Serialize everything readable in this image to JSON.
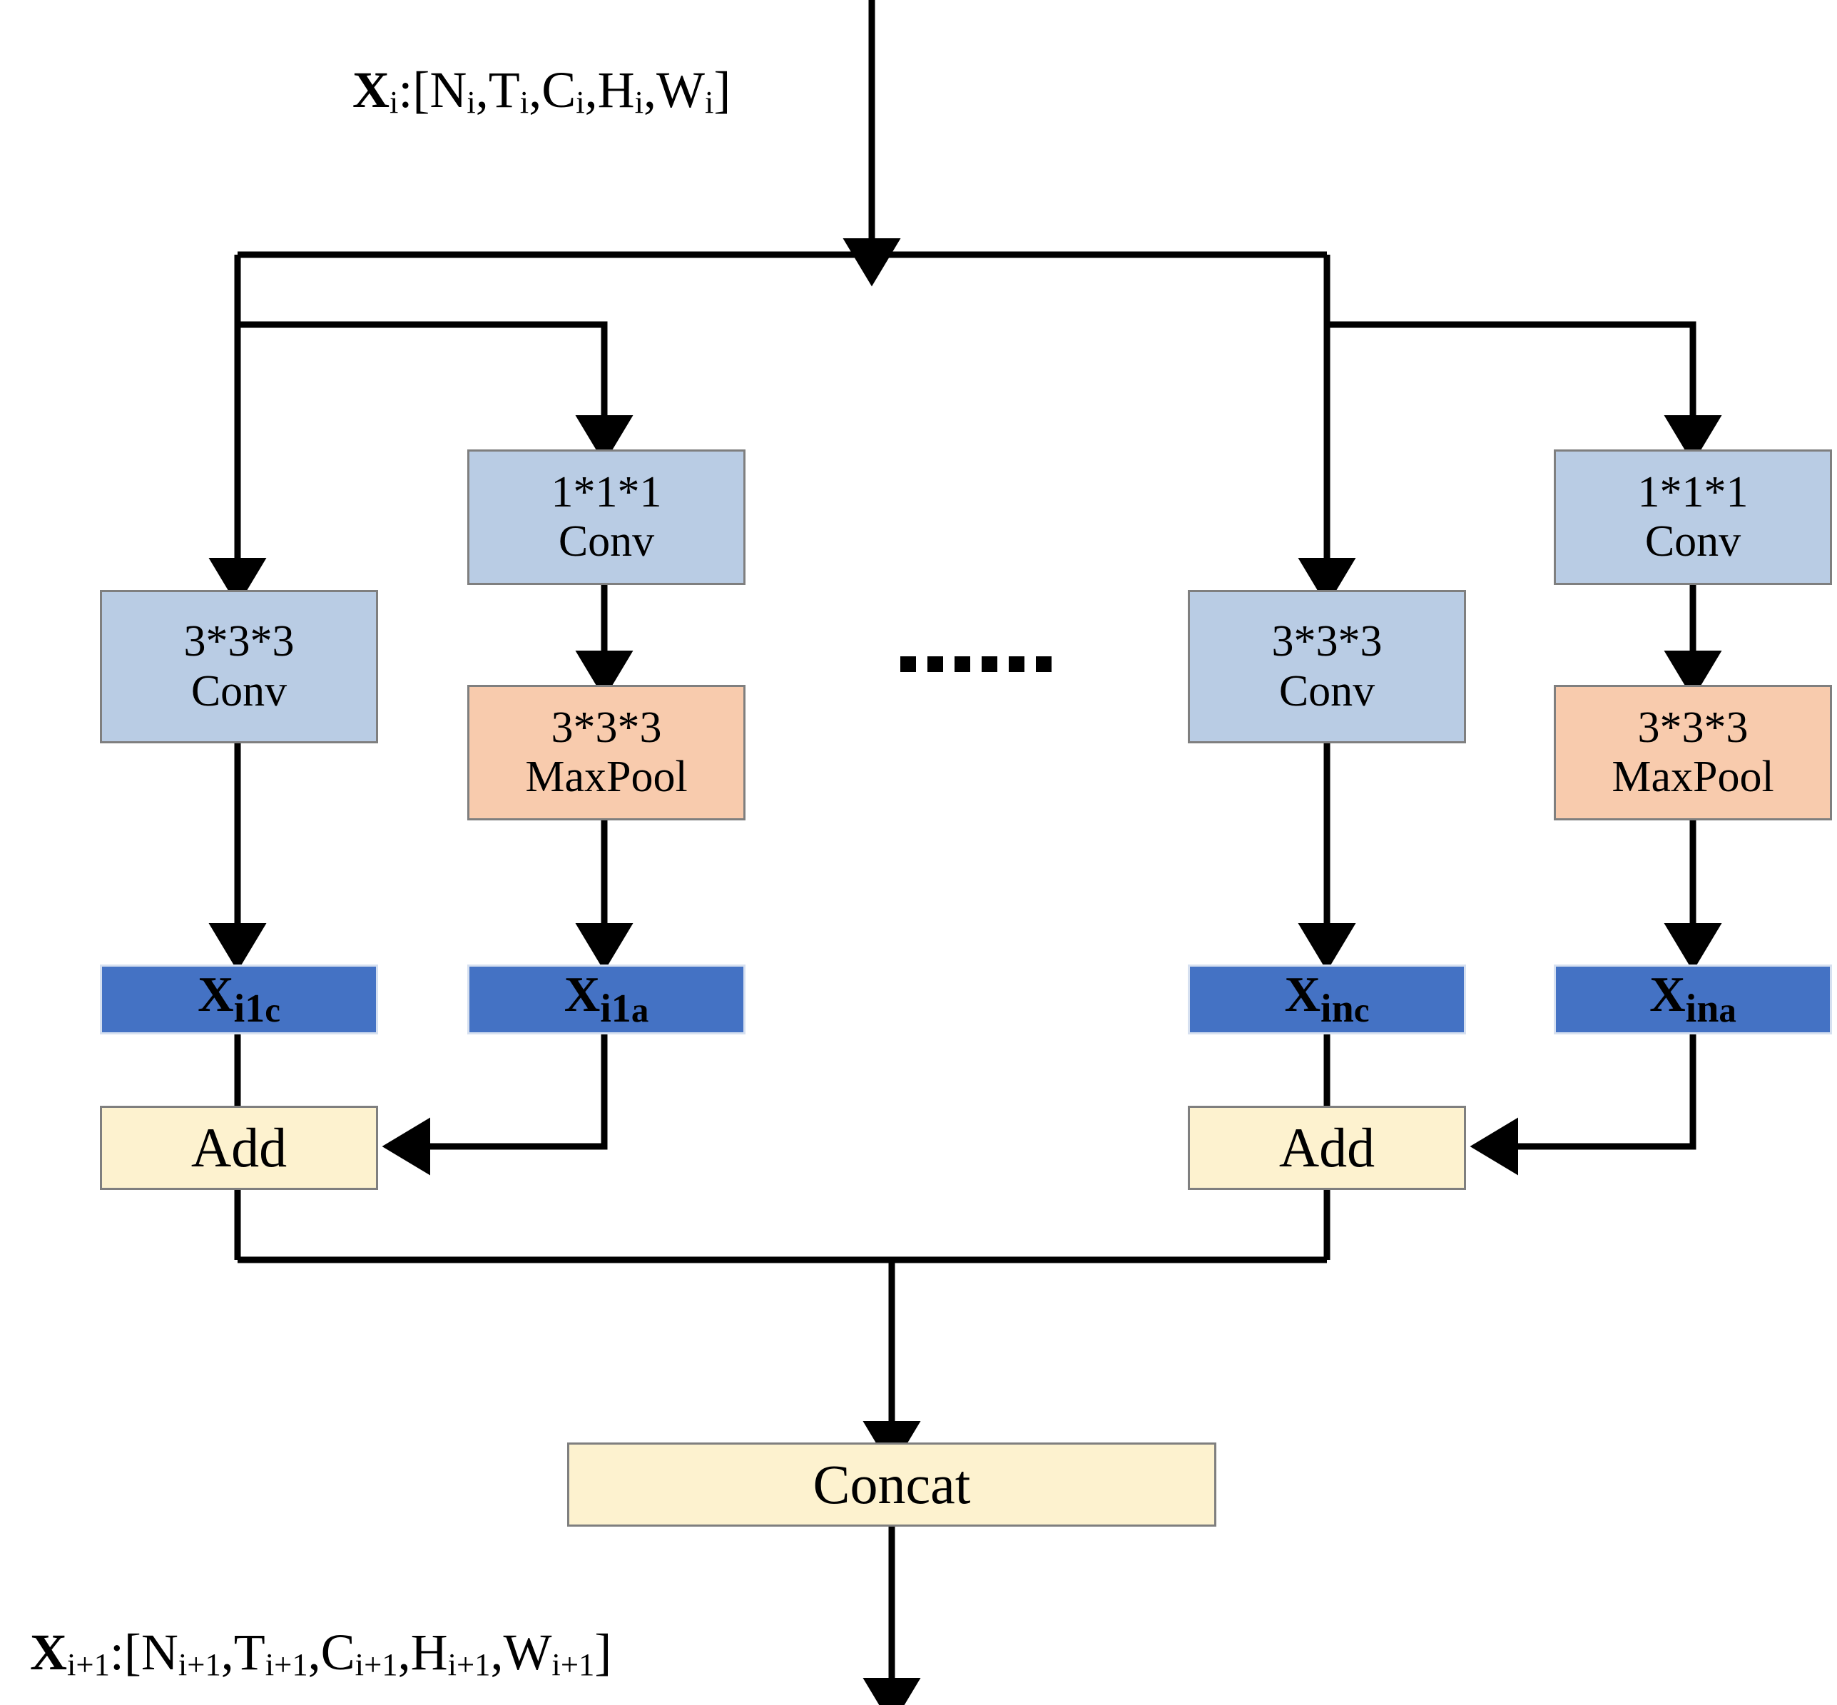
{
  "diagram": {
    "title": "Multi-branch 3D convolution block",
    "io": {
      "input_label": "Xi:[Ni,Ti,Ci,Hi,Wi]",
      "input_prefix": "X",
      "input_prefix_sub": "i",
      "input_shape": ":[N",
      "output_label": "Xi+1:[Ni+1,Ti+1,Ci+1,Hi+1,Wi+1]",
      "output_prefix": "X",
      "output_prefix_sub": "i+1"
    },
    "ellipsis": {
      "name": "ellipsis-dots",
      "count": 6
    },
    "colors": {
      "conv_fill": "#b9cce4",
      "pool_fill": "#f8cbad",
      "feature_fill": "#4472c4",
      "aggregate_fill": "#fdf2cf",
      "box_border": "#7f7f7f",
      "feature_border": "#d6e0f0",
      "wire": "#000000",
      "background": "#ffffff"
    },
    "branches": [
      {
        "id": "branch-1-conv",
        "nodes": [
          {
            "name": "conv-3x3x3-left",
            "kind": "op",
            "line1": "3*3*3",
            "line2": "Conv"
          },
          {
            "name": "feature-xi1c",
            "kind": "feature",
            "base": "X",
            "sub1": "i1",
            "sub2": "c"
          }
        ]
      },
      {
        "id": "branch-1-pool",
        "nodes": [
          {
            "name": "conv-1x1x1-left",
            "kind": "op",
            "line1": "1*1*1",
            "line2": "Conv"
          },
          {
            "name": "maxpool-3x3x3-left",
            "kind": "pool",
            "line1": "3*3*3",
            "line2": "MaxPool"
          },
          {
            "name": "feature-xi1a",
            "kind": "feature",
            "base": "X",
            "sub1": "i1",
            "sub2": "a"
          }
        ]
      },
      {
        "id": "branch-n-conv",
        "nodes": [
          {
            "name": "conv-3x3x3-right",
            "kind": "op",
            "line1": "3*3*3",
            "line2": "Conv"
          },
          {
            "name": "feature-xinc",
            "kind": "feature",
            "base": "X",
            "sub1": "in",
            "sub2": "c"
          }
        ]
      },
      {
        "id": "branch-n-pool",
        "nodes": [
          {
            "name": "conv-1x1x1-right",
            "kind": "op",
            "line1": "1*1*1",
            "line2": "Conv"
          },
          {
            "name": "maxpool-3x3x3-right",
            "kind": "pool",
            "line1": "3*3*3",
            "line2": "MaxPool"
          },
          {
            "name": "feature-xina",
            "kind": "feature",
            "base": "X",
            "sub1": "in",
            "sub2": "a"
          }
        ]
      }
    ],
    "aggregates": [
      {
        "name": "add-left",
        "label": "Add"
      },
      {
        "name": "add-right",
        "label": "Add"
      },
      {
        "name": "concat",
        "label": "Concat"
      }
    ],
    "labels": {
      "conv_333": "3*3*3",
      "conv_111": "1*1*1",
      "conv": "Conv",
      "maxpool": "MaxPool",
      "add": "Add",
      "concat": "Concat",
      "xi1c_base": "X",
      "xi1c_sub1": "i1",
      "xi1c_sub2": "c",
      "xi1a_base": "X",
      "xi1a_sub1": "i1",
      "xi1a_sub2": "a",
      "xinc_base": "X",
      "xinc_sub1": "in",
      "xinc_sub2": "c",
      "xina_base": "X",
      "xina_sub1": "in",
      "xina_sub2": "a"
    },
    "input_tokens": {
      "x": "X",
      "xsub": "i",
      "open": ":[",
      "n": "N",
      "nsub": "i",
      "c1": ",",
      "t": "T",
      "tsub": "i",
      "c2": ",",
      "c": "C",
      "csub": "i",
      "c3": ",",
      "h": "H",
      "hsub": "i",
      "c4": ",",
      "w": "W",
      "wsub": "i",
      "close": "]"
    },
    "output_tokens": {
      "x": "X",
      "xsub": "i+1",
      "open": ":[",
      "n": "N",
      "nsub": "i+1",
      "c1": ",",
      "t": "T",
      "tsub": "i+1",
      "c2": ",",
      "c": "C",
      "csub": "i+1",
      "c3": ",",
      "h": "H",
      "hsub": "i+1",
      "c4": ",",
      "w": "W",
      "wsub": "i+1",
      "close": "]"
    }
  }
}
